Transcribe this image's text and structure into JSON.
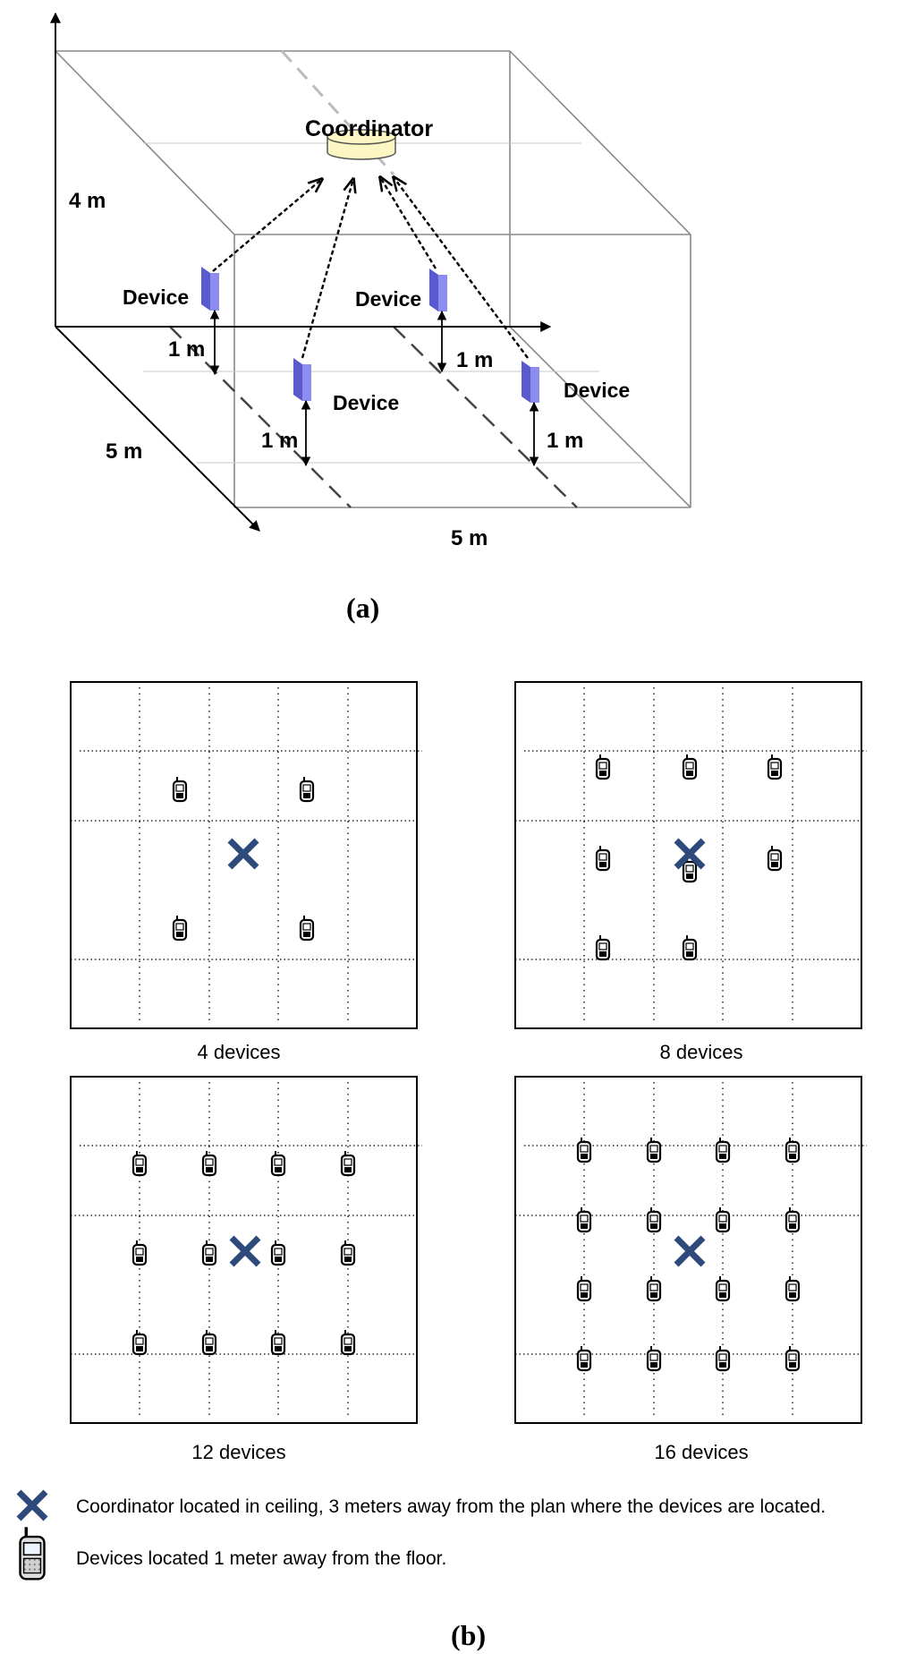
{
  "part_a": {
    "coordinator_label": "Coordinator",
    "device_label": "Device",
    "height_label": "4 m",
    "depth_label": "5 m",
    "width_label": "5 m",
    "device_height_label": "1 m",
    "caption": "(a)"
  },
  "part_b": {
    "panels": [
      {
        "caption": "4 devices",
        "count": 4
      },
      {
        "caption": "8 devices",
        "count": 8
      },
      {
        "caption": "12 devices",
        "count": 12
      },
      {
        "caption": "16 devices",
        "count": 16
      }
    ],
    "legend": {
      "coordinator": "Coordinator located in ceiling, 3 meters away from the plan where the devices are located.",
      "device": "Devices located 1 meter away from the floor."
    },
    "caption": "(b)"
  },
  "colors": {
    "coordinator_marker": "#2e4a7d",
    "device_block": "#7b7bea",
    "coordinator_disk": "#fbf6c2"
  }
}
